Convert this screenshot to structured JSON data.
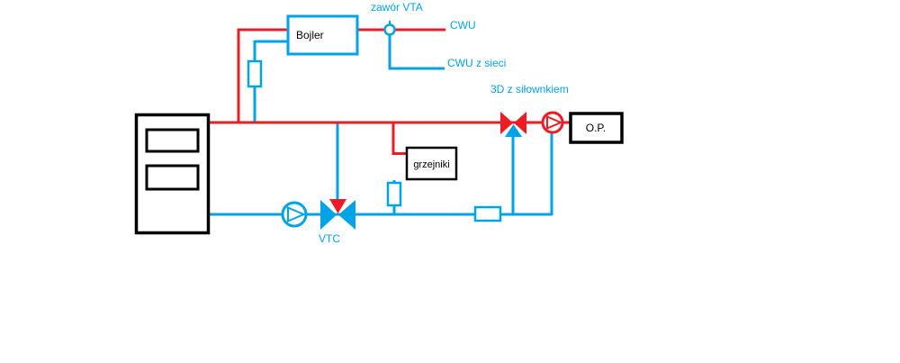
{
  "colors": {
    "supply_red": "#ed1c24",
    "return_blue": "#00a2e8",
    "outline_black": "#000000",
    "background": "#ffffff"
  },
  "labels": {
    "bojler": "Bojler",
    "zawor_vta": "zawór VTA",
    "cwu": "CWU",
    "cwu_z_sieci": "CWU z sieci",
    "valve_3d": "3D z siłownkiem",
    "op": "O.P.",
    "grzejniki": "grzejniki",
    "vtc": "VTC"
  },
  "components": [
    {
      "name": "boiler",
      "symbol": "rectangle-with-two-doors",
      "color": "#000000"
    },
    {
      "name": "bojler-dhw-tank",
      "label": "Bojler",
      "symbol": "rectangle",
      "color": "#00a2e8"
    },
    {
      "name": "vta-mixing-valve",
      "label": "zawór VTA",
      "symbol": "small-circle-valve",
      "color": "#00a2e8"
    },
    {
      "name": "three-way-valve-with-actuator",
      "label": "3D z siłownkiem",
      "symbol": "bowtie-valve-three-port",
      "color": "#ed1c24"
    },
    {
      "name": "heating-circuit-pump",
      "symbol": "circle-with-triangle",
      "color": "#ed1c24"
    },
    {
      "name": "op-circuit",
      "label": "O.P.",
      "symbol": "rectangle",
      "color": "#000000"
    },
    {
      "name": "radiators",
      "label": "grzejniki",
      "symbol": "rectangle",
      "color": "#000000"
    },
    {
      "name": "vtc-mixing-valve",
      "label": "VTC",
      "symbol": "bowtie-valve-three-port",
      "color": "#00a2e8"
    },
    {
      "name": "return-circuit-pump",
      "symbol": "circle-with-triangle",
      "color": "#00a2e8"
    },
    {
      "name": "check-valve-bojler-return",
      "symbol": "small-rectangle",
      "color": "#00a2e8"
    },
    {
      "name": "check-valve-radiator-return",
      "symbol": "small-rectangle",
      "color": "#00a2e8"
    },
    {
      "name": "check-valve-main-return",
      "symbol": "small-rectangle",
      "color": "#00a2e8"
    }
  ]
}
